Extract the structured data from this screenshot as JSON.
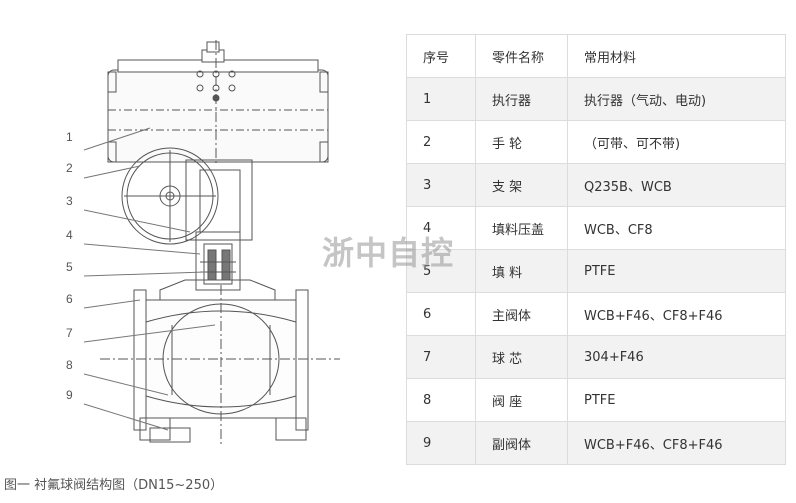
{
  "table": {
    "headers": [
      "序号",
      "零件名称",
      "常用材料"
    ],
    "rows": [
      {
        "no": "1",
        "name": "执行器",
        "material": "执行器（气动、电动)"
      },
      {
        "no": "2",
        "name": "手  轮",
        "material": "（可带、可不带)"
      },
      {
        "no": "3",
        "name": "支  架",
        "material": "Q235B、WCB"
      },
      {
        "no": "4",
        "name": "填料压盖",
        "material": "WCB、CF8"
      },
      {
        "no": "5",
        "name": "填  料",
        "material": "PTFE"
      },
      {
        "no": "6",
        "name": "主阀体",
        "material": "WCB+F46、CF8+F46"
      },
      {
        "no": "7",
        "name": "球  芯",
        "material": "304+F46"
      },
      {
        "no": "8",
        "name": "阀  座",
        "material": "PTFE"
      },
      {
        "no": "9",
        "name": "副阀体",
        "material": "WCB+F46、CF8+F46"
      }
    ]
  },
  "drawing": {
    "callouts": [
      "1",
      "2",
      "3",
      "4",
      "5",
      "6",
      "7",
      "8",
      "9"
    ]
  },
  "watermark": "浙中自控",
  "caption": "图一 衬氟球阀结构图（DN15~250）"
}
